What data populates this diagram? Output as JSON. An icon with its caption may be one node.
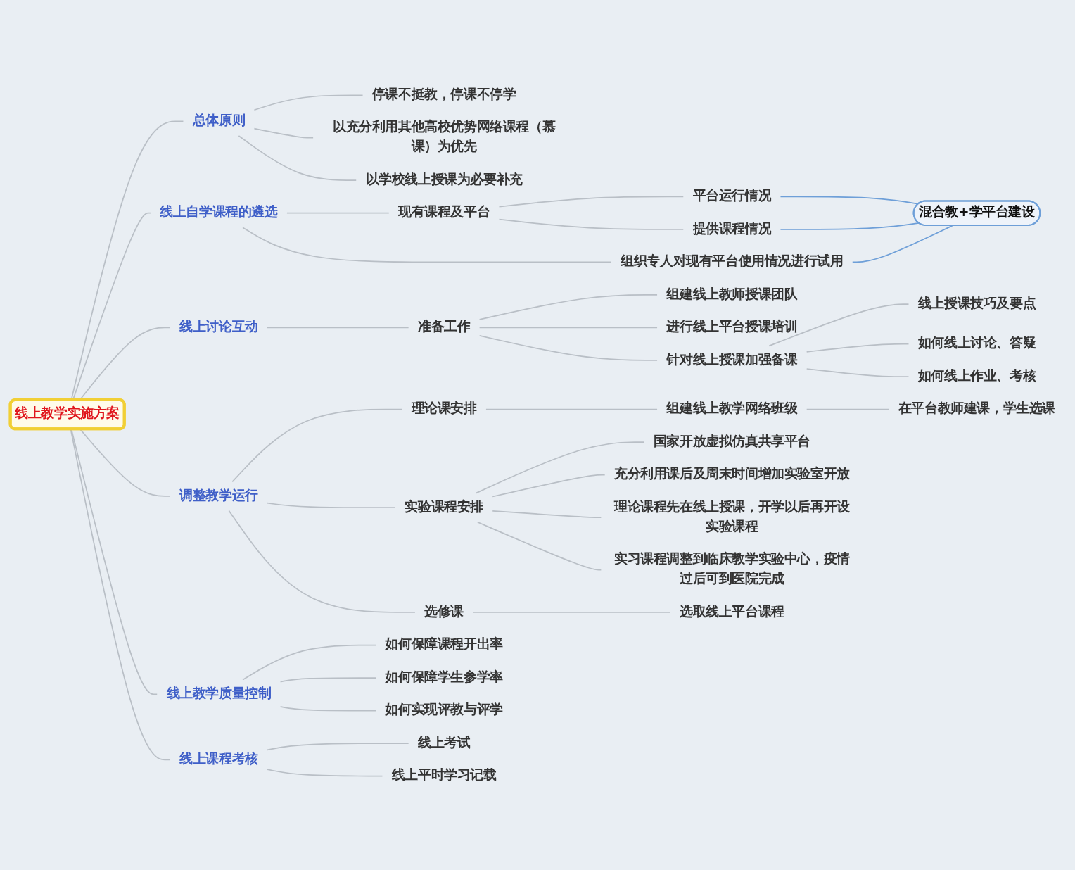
{
  "diagram": {
    "nodes": [
      {
        "text": [
          "线上教学实施方案"
        ]
      },
      {
        "text": [
          "总体原则"
        ]
      },
      {
        "text": [
          "停课不挺教，停课不停学"
        ]
      },
      {
        "text": [
          "以充分利用其他高校优势网络课程（慕课）为优先"
        ]
      },
      {
        "text": [
          "以学校线上授课为必要补充"
        ]
      },
      {
        "text": [
          "线上自学课程的遴选"
        ]
      },
      {
        "text": [
          "现有课程及平台"
        ]
      },
      {
        "text": [
          "平台运行情况"
        ]
      },
      {
        "text": [
          "提供课程情况"
        ]
      },
      {
        "text": [
          "组织专人对现有平台使用情况进行试用"
        ]
      },
      {
        "text": [
          "混合教+学平台建设"
        ]
      },
      {
        "text": [
          "线上讨论互动"
        ]
      },
      {
        "text": [
          "准备工作"
        ]
      },
      {
        "text": [
          "组建线上教师授课团队"
        ]
      },
      {
        "text": [
          "进行线上平台授课培训"
        ]
      },
      {
        "text": [
          "针对线上授课加强备课"
        ]
      },
      {
        "text": [
          "线上授课技巧及要点"
        ]
      },
      {
        "text": [
          "如何线上讨论、答疑"
        ]
      },
      {
        "text": [
          "如何线上作业、考核"
        ]
      },
      {
        "text": [
          "调整教学运行"
        ]
      },
      {
        "text": [
          "理论课安排"
        ]
      },
      {
        "text": [
          "组建线上教学网络班级"
        ]
      },
      {
        "text": [
          "在平台教师建课，学生选课"
        ]
      },
      {
        "text": [
          "实验课程安排"
        ]
      },
      {
        "text": [
          "国家开放虚拟仿真共享平台"
        ]
      },
      {
        "text": [
          "充分利用课后及周末时间增加实验室开放"
        ]
      },
      {
        "text": [
          "理论课程先在线上授课，开学以后再开设实验课程"
        ]
      },
      {
        "text": [
          "实习课程调整到临床教学实验中心，疫情过后可到医院完成"
        ]
      },
      {
        "text": [
          "选修课"
        ]
      },
      {
        "text": [
          "选取线上平台课程"
        ]
      },
      {
        "text": [
          "线上教学质量控制"
        ]
      },
      {
        "text": [
          "如何保障课程开出率"
        ]
      },
      {
        "text": [
          "如何保障学生参学率"
        ]
      },
      {
        "text": [
          "如何实现评教与评学"
        ]
      },
      {
        "text": [
          "线上课程考核"
        ]
      },
      {
        "text": [
          "线上考试"
        ]
      },
      {
        "text": [
          "线上平时学习记载"
        ]
      }
    ],
    "edges": [
      {
        "from": 0,
        "to": 1,
        "arrow": "none"
      },
      {
        "from": 1,
        "to": 2,
        "arrow": "none"
      },
      {
        "from": 1,
        "to": 3,
        "arrow": "none"
      },
      {
        "from": 1,
        "to": 4,
        "arrow": "none"
      },
      {
        "from": 0,
        "to": 5,
        "arrow": "none"
      },
      {
        "from": 5,
        "to": 6,
        "arrow": "none"
      },
      {
        "from": 6,
        "to": 7,
        "arrow": "none"
      },
      {
        "from": 6,
        "to": 8,
        "arrow": "none"
      },
      {
        "from": 5,
        "to": 9,
        "arrow": "none"
      },
      {
        "from": 7,
        "to": 10,
        "arrow": "none",
        "color": "#6e9fd8"
      },
      {
        "from": 8,
        "to": 10,
        "arrow": "none",
        "color": "#6e9fd8"
      },
      {
        "from": 9,
        "to": 10,
        "arrow": "none",
        "color": "#6e9fd8"
      },
      {
        "from": 0,
        "to": 11,
        "arrow": "none"
      },
      {
        "from": 11,
        "to": 12,
        "arrow": "none"
      },
      {
        "from": 12,
        "to": 13,
        "arrow": "none"
      },
      {
        "from": 12,
        "to": 14,
        "arrow": "none"
      },
      {
        "from": 12,
        "to": 15,
        "arrow": "none"
      },
      {
        "from": 15,
        "to": 16,
        "arrow": "none"
      },
      {
        "from": 15,
        "to": 17,
        "arrow": "none"
      },
      {
        "from": 15,
        "to": 18,
        "arrow": "none"
      },
      {
        "from": 0,
        "to": 19,
        "arrow": "none"
      },
      {
        "from": 19,
        "to": 20,
        "arrow": "none"
      },
      {
        "from": 20,
        "to": 21,
        "arrow": "none"
      },
      {
        "from": 21,
        "to": 22,
        "arrow": "none"
      },
      {
        "from": 19,
        "to": 23,
        "arrow": "none"
      },
      {
        "from": 23,
        "to": 24,
        "arrow": "none"
      },
      {
        "from": 23,
        "to": 25,
        "arrow": "none"
      },
      {
        "from": 23,
        "to": 26,
        "arrow": "none"
      },
      {
        "from": 23,
        "to": 27,
        "arrow": "none"
      },
      {
        "from": 19,
        "to": 28,
        "arrow": "none"
      },
      {
        "from": 28,
        "to": 29,
        "arrow": "none"
      },
      {
        "from": 0,
        "to": 30,
        "arrow": "none"
      },
      {
        "from": 30,
        "to": 31,
        "arrow": "none"
      },
      {
        "from": 30,
        "to": 32,
        "arrow": "none"
      },
      {
        "from": 30,
        "to": 33,
        "arrow": "none"
      },
      {
        "from": 0,
        "to": 34,
        "arrow": "none"
      },
      {
        "from": 34,
        "to": 35,
        "arrow": "none"
      },
      {
        "from": 34,
        "to": 36,
        "arrow": "none"
      }
    ]
  }
}
